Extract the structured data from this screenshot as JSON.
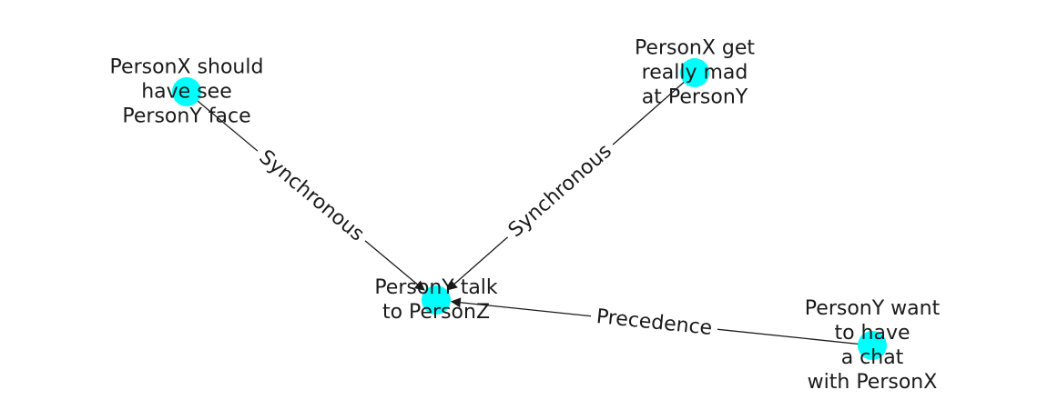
{
  "nodes": [
    {
      "id": "n1",
      "lines": [
        "PersonX should",
        "have see",
        "PersonY face"
      ]
    },
    {
      "id": "n2",
      "lines": [
        "PersonX get",
        "really mad",
        "at PersonY"
      ]
    },
    {
      "id": "n3",
      "lines": [
        "PersonY talk",
        "to PersonZ"
      ]
    },
    {
      "id": "n4",
      "lines": [
        "PersonY want",
        "to have",
        "a chat",
        "with PersonX"
      ]
    }
  ],
  "edges": [
    {
      "id": "e1",
      "source": "n1",
      "target": "n3",
      "label": "Synchronous"
    },
    {
      "id": "e2",
      "source": "n2",
      "target": "n3",
      "label": "Synchronous"
    },
    {
      "id": "e3",
      "source": "n4",
      "target": "n3",
      "label": "Precedence"
    }
  ],
  "colors": {
    "node": "#00ffff",
    "edge": "#1a1a1a",
    "text": "#1a1a1a"
  }
}
